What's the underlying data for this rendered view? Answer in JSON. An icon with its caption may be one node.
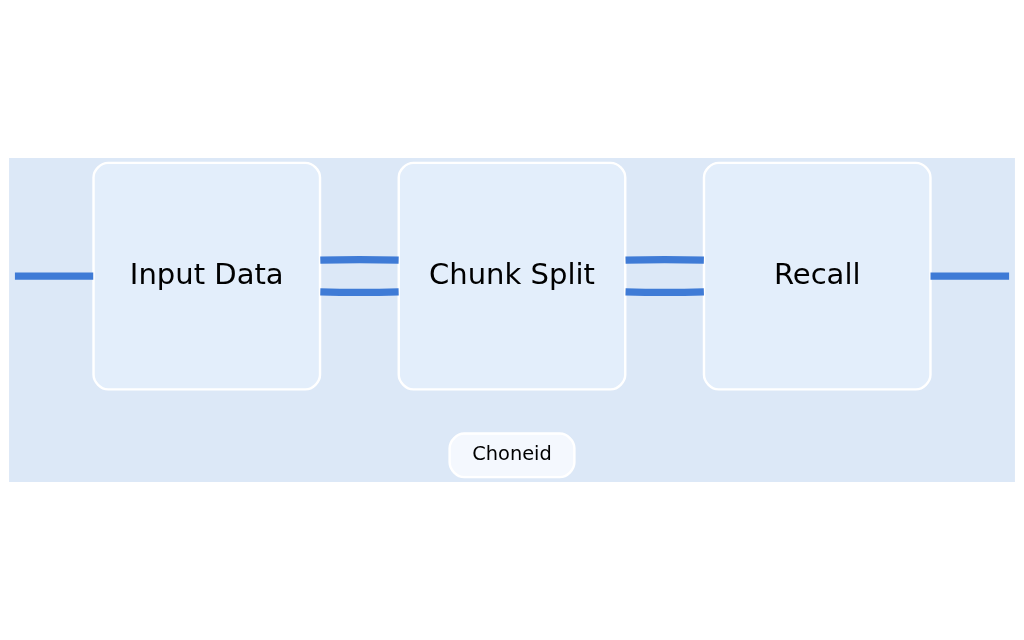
{
  "diagram": {
    "nodes": [
      {
        "text": [
          "Choneid"
        ]
      },
      {
        "text": [
          "Input Data"
        ]
      },
      {
        "text": [
          "Chunk Split"
        ]
      },
      {
        "text": [
          "Recall"
        ]
      }
    ],
    "edges": [
      {
        "from": null,
        "to": 1,
        "arrow": "none"
      },
      {
        "from": 1,
        "to": 2,
        "arrow": "none"
      },
      {
        "from": 1,
        "to": 2,
        "arrow": "none"
      },
      {
        "from": 2,
        "to": 3,
        "arrow": "none"
      },
      {
        "from": 2,
        "to": 3,
        "arrow": "none"
      },
      {
        "from": 3,
        "to": null,
        "arrow": "none"
      }
    ]
  }
}
